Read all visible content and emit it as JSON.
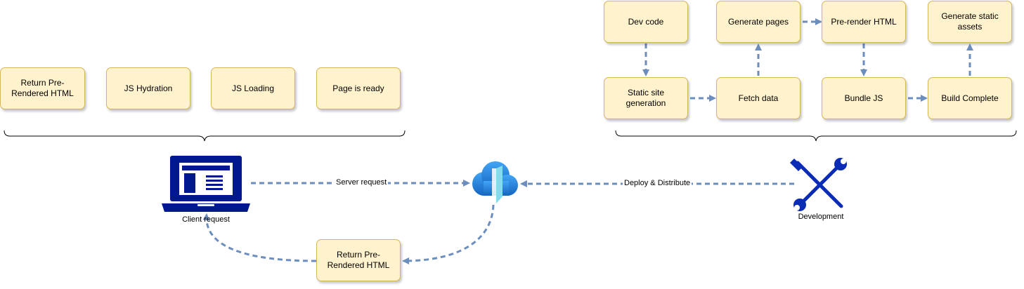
{
  "client_steps": [
    {
      "id": "return-html",
      "label": "Return Pre-Rendered HTML"
    },
    {
      "id": "js-hydration",
      "label": "JS Hydration"
    },
    {
      "id": "js-loading",
      "label": "JS Loading"
    },
    {
      "id": "page-ready",
      "label": "Page is ready"
    }
  ],
  "build_steps": {
    "dev_code": "Dev code",
    "generate_pages": "Generate pages",
    "prerender_html": "Pre-render HTML",
    "generate_assets": "Generate static assets",
    "static_site_generation": "Static site generation",
    "fetch_data": "Fetch data",
    "bundle_js": "Bundle JS",
    "build_complete": "Build Complete"
  },
  "nodes": {
    "client_label": "Client request",
    "development_label": "Development",
    "return_html_bottom": "Return Pre-Rendered HTML"
  },
  "edges": {
    "server_request": "Server request",
    "deploy_distribute": "Deploy & Distribute"
  },
  "colors": {
    "box_fill": "#fff2cc",
    "box_border": "#d6b656",
    "arrow": "#6c8ebf",
    "laptop": "#00188f",
    "cloud": "#1e88e5",
    "tools": "#0a2bb5"
  },
  "icons": [
    "laptop-icon",
    "cloud-icon",
    "tools-icon"
  ]
}
